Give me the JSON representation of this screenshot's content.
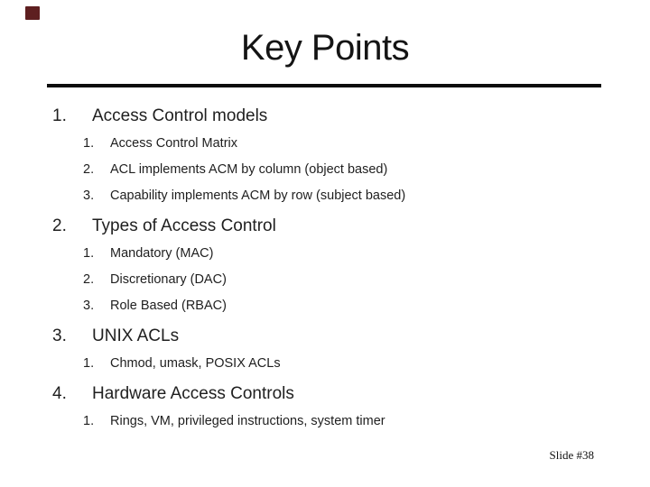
{
  "slide": {
    "title": "Key Points",
    "footer": "Slide #38",
    "colors": {
      "accent_square": "#5E1F20",
      "text": "#1F1F1F",
      "rule": "#0C0C0C",
      "background": "#FFFFFF"
    },
    "sections": [
      {
        "number": "1.",
        "title": "Access Control models",
        "items": [
          {
            "number": "1.",
            "text": "Access Control Matrix"
          },
          {
            "number": "2.",
            "text": "ACL implements ACM by column (object based)"
          },
          {
            "number": "3.",
            "text": "Capability implements ACM by row (subject based)"
          }
        ]
      },
      {
        "number": "2.",
        "title": "Types of Access Control",
        "items": [
          {
            "number": "1.",
            "text": "Mandatory (MAC)"
          },
          {
            "number": "2.",
            "text": "Discretionary (DAC)"
          },
          {
            "number": "3.",
            "text": "Role Based (RBAC)"
          }
        ]
      },
      {
        "number": "3.",
        "title": "UNIX ACLs",
        "items": [
          {
            "number": "1.",
            "text": "Chmod, umask, POSIX ACLs"
          }
        ]
      },
      {
        "number": "4.",
        "title": "Hardware Access Controls",
        "items": [
          {
            "number": "1.",
            "text": "Rings, VM, privileged instructions, system timer"
          }
        ]
      }
    ]
  }
}
